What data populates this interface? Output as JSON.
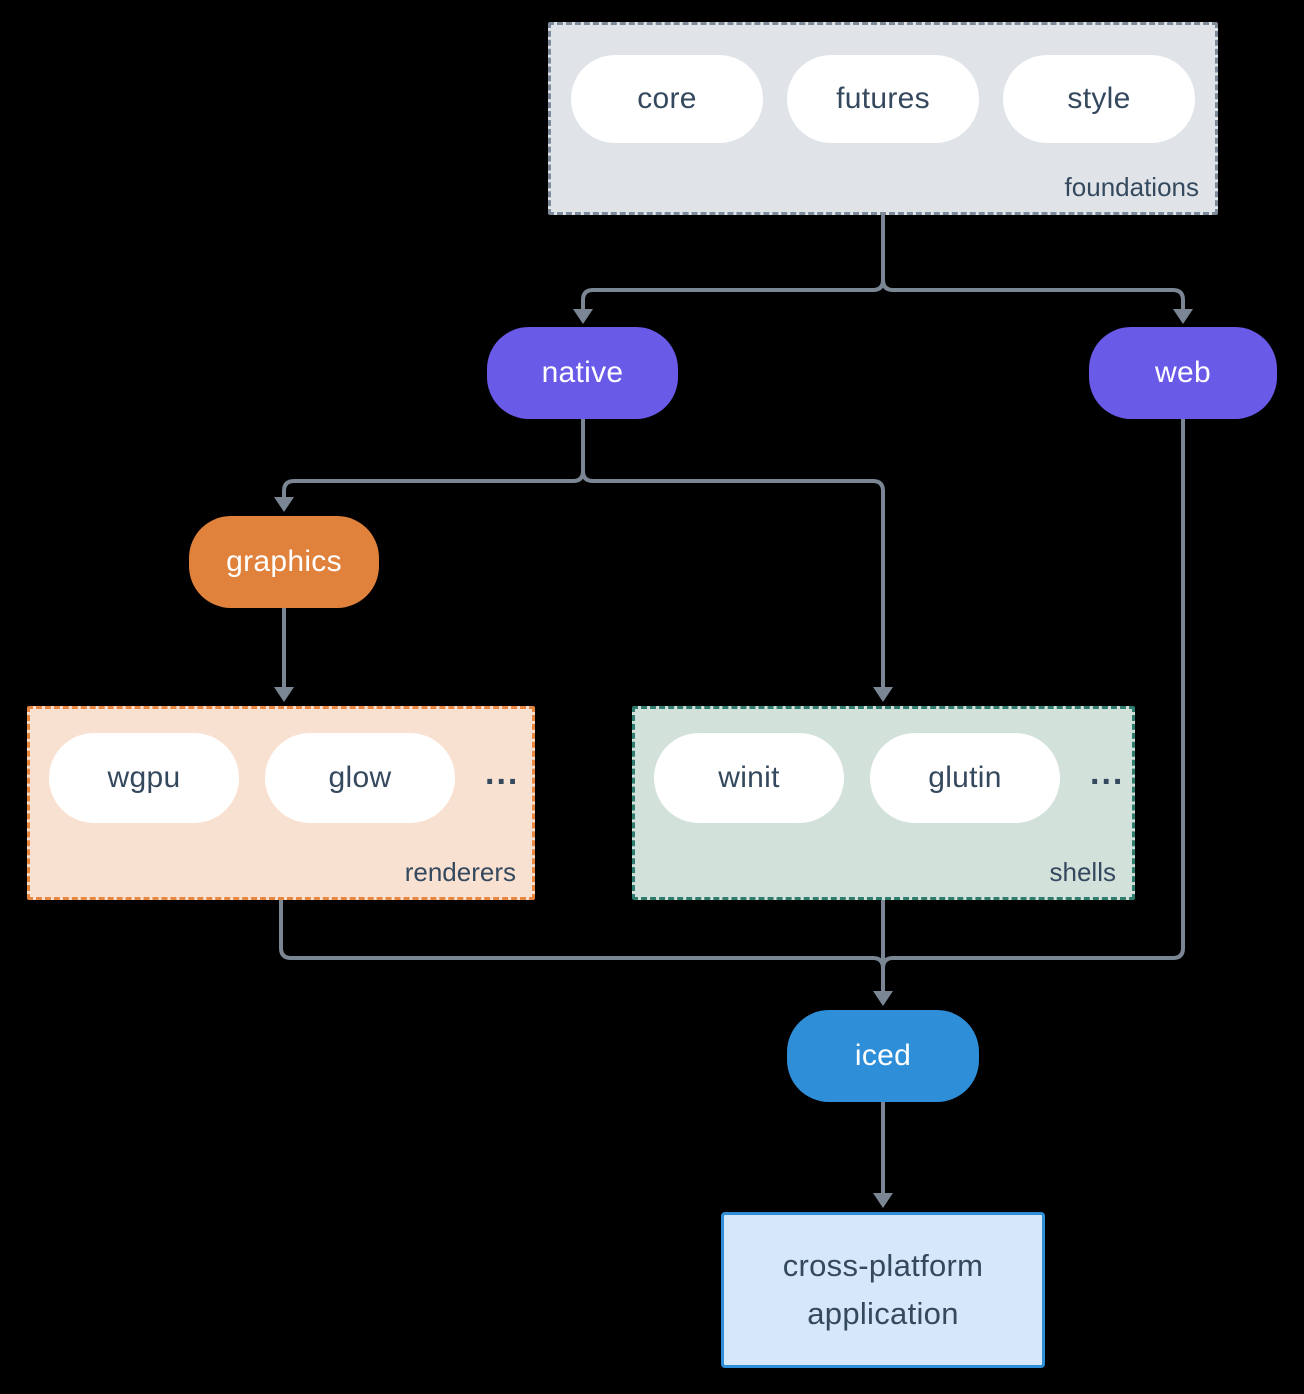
{
  "groups": {
    "foundations": {
      "label": "foundations",
      "pills": [
        "core",
        "futures",
        "style"
      ]
    },
    "renderers": {
      "label": "renderers",
      "pills": [
        "wgpu",
        "glow"
      ],
      "more": "..."
    },
    "shells": {
      "label": "shells",
      "pills": [
        "winit",
        "glutin"
      ],
      "more": "..."
    }
  },
  "nodes": {
    "native": "native",
    "web": "web",
    "graphics": "graphics",
    "iced": "iced",
    "application": {
      "line1": "cross-platform",
      "line2": "application"
    }
  },
  "colors": {
    "background": "#000000",
    "ink": "#35495e",
    "line": "#7a8694",
    "purple": "#6a5ae8",
    "orange": "#e0813c",
    "blue": "#2e8ed8",
    "foundations-bg": "#e0e4e8",
    "foundations-border": "#7d8a99",
    "renderers-bg": "#f9e1d1",
    "renderers-border": "#e8873f",
    "shells-bg": "#d3e1db",
    "shells-border": "#2e7d6e",
    "app-bg": "#d5e7f8",
    "app-border": "#2e8ed8"
  }
}
